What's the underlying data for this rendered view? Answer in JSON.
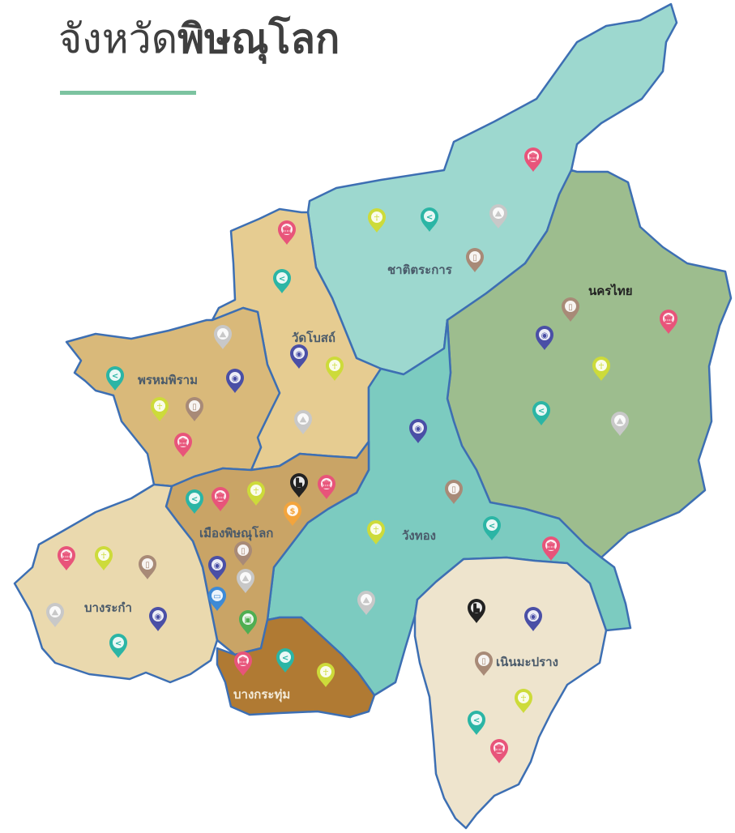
{
  "title": {
    "prefix": "จังหวัด",
    "name": "พิษณุโลก",
    "underline_color": "#7cc3a0"
  },
  "border_color": "#3d6fb3",
  "districts": [
    {
      "id": "chat-trakan",
      "name": "ชาติตระการ",
      "color": "#9dd8cf",
      "label_color": "#4a5a6a"
    },
    {
      "id": "nakhon-thai",
      "name": "นครไทย",
      "color": "#9dbd8e",
      "label_color": "#222222"
    },
    {
      "id": "wat-bot",
      "name": "วัดโบสถ์",
      "color": "#e6cc91",
      "label_color": "#4a5a6a"
    },
    {
      "id": "phrom-phiram",
      "name": "พรหมพิราม",
      "color": "#d9b97a",
      "label_color": "#4a5a6a"
    },
    {
      "id": "wang-thong",
      "name": "วังทอง",
      "color": "#7ccbc0",
      "label_color": "#4a5a6a"
    },
    {
      "id": "mueang",
      "name": "เมืองพิษณุโลก",
      "color": "#c9a466",
      "label_color": "#4a5a6a"
    },
    {
      "id": "bang-rakam",
      "name": "บางระกำ",
      "color": "#ead9ae",
      "label_color": "#4a5a6a"
    },
    {
      "id": "bang-krathum",
      "name": "บางกระทุ่ม",
      "color": "#b07a33",
      "label_color": "#f2ead8"
    },
    {
      "id": "noen-maprang",
      "name": "เนินมะปราง",
      "color": "#eee4cd",
      "label_color": "#4a5a6a"
    }
  ],
  "icon_types": {
    "temple": {
      "color": "#e8547a",
      "glyph": "🏛"
    },
    "nature": {
      "color": "#c8c8c8",
      "glyph": "⛰"
    },
    "culture": {
      "color": "#cddb3a",
      "glyph": "☥"
    },
    "share": {
      "color": "#2bb5a5",
      "glyph": "<"
    },
    "heritage": {
      "color": "#a88a77",
      "glyph": "▯"
    },
    "community": {
      "color": "#4a4fa6",
      "glyph": "◉"
    },
    "industry": {
      "color": "#222222",
      "glyph": "▙"
    },
    "market": {
      "color": "#f3a43c",
      "glyph": "$"
    },
    "service": {
      "color": "#3d8ad6",
      "glyph": "▭"
    },
    "school": {
      "color": "#4fae52",
      "glyph": "▣"
    }
  }
}
